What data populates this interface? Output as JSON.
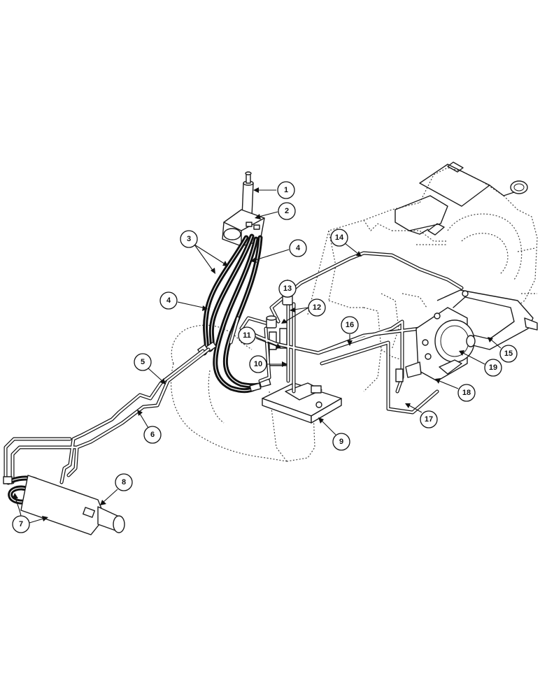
{
  "diagram": {
    "callouts": [
      {
        "label": "1"
      },
      {
        "label": "2"
      },
      {
        "label": "3"
      },
      {
        "label": "4"
      },
      {
        "label": "4"
      },
      {
        "label": "5"
      },
      {
        "label": "6"
      },
      {
        "label": "7"
      },
      {
        "label": "8"
      },
      {
        "label": "9"
      },
      {
        "label": "10"
      },
      {
        "label": "11"
      },
      {
        "label": "12"
      },
      {
        "label": "13"
      },
      {
        "label": "14"
      },
      {
        "label": "15"
      },
      {
        "label": "16"
      },
      {
        "label": "17"
      },
      {
        "label": "18"
      },
      {
        "label": "19"
      }
    ]
  }
}
